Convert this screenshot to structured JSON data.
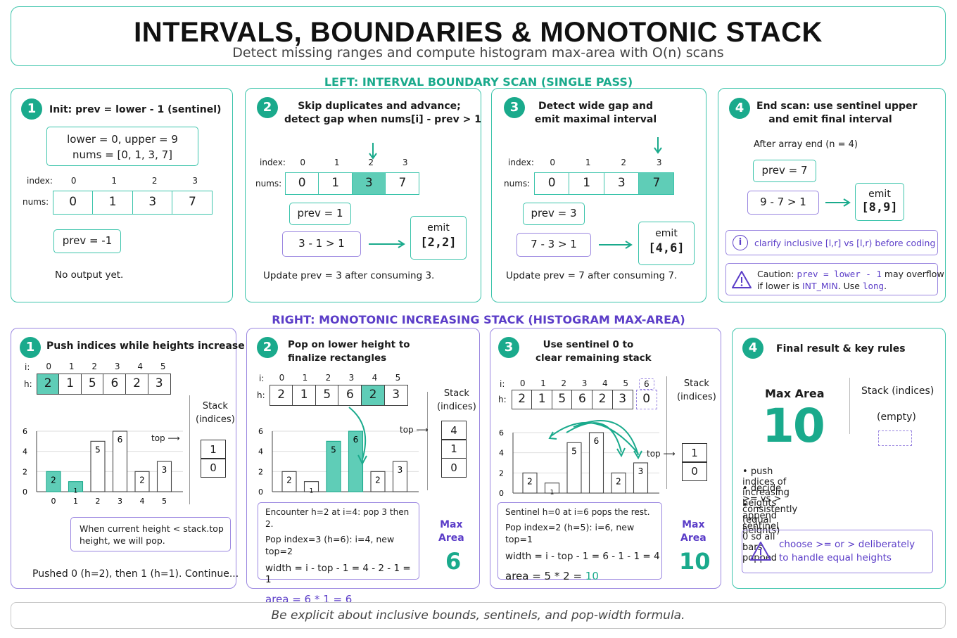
{
  "header": {
    "title": "INTERVALS, BOUNDARIES & MONOTONIC STACK",
    "subtitle": "Detect missing ranges and compute histogram max-area with O(n) scans"
  },
  "left_section": "LEFT: INTERVAL BOUNDARY SCAN (SINGLE PASS)",
  "right_section": "RIGHT: MONOTONIC INCREASING STACK (HISTOGRAM MAX-AREA)",
  "footer": "Be explicit about inclusive bounds, sentinels, and pop-width formula.",
  "L1": {
    "n": "1",
    "title": "Init: prev = lower - 1 (sentinel)",
    "l1": "lower = 0,  upper = 9",
    "l2": "nums = [0, 1, 3, 7]",
    "index": "index:",
    "nums": "nums:",
    "idx": [
      "0",
      "1",
      "2",
      "3"
    ],
    "vals": [
      "0",
      "1",
      "3",
      "7"
    ],
    "prev": "prev = -1",
    "note": "No output yet."
  },
  "L2": {
    "n": "2",
    "title": "Skip duplicates and advance;\ndetect gap when nums[i] - prev > 1",
    "index": "index:",
    "nums": "nums:",
    "idx": [
      "0",
      "1",
      "2",
      "3"
    ],
    "vals": [
      "0",
      "1",
      "3",
      "7"
    ],
    "prev": "prev = 1",
    "cond": "3 - 1 > 1",
    "emit": "emit",
    "res": "[2,2]",
    "note": "Update prev = 3 after consuming 3."
  },
  "L3": {
    "n": "3",
    "title": "Detect wide gap and\nemit maximal interval",
    "index": "index:",
    "nums": "nums:",
    "idx": [
      "0",
      "1",
      "2",
      "3"
    ],
    "vals": [
      "0",
      "1",
      "3",
      "7"
    ],
    "prev": "prev = 3",
    "cond": "7 - 3 > 1",
    "emit": "emit",
    "res": "[4,6]",
    "note": "Update prev = 7 after consuming 7."
  },
  "L4": {
    "n": "4",
    "title": "End scan: use sentinel upper\nand emit final interval",
    "after": "After array end (n = 4)",
    "prev": "prev = 7",
    "cond": "9 - 7 > 1",
    "emit": "emit",
    "res": "[8,9]",
    "info": "clarify inclusive [l,r] vs [l,r) before coding",
    "caution_a": "Caution: ",
    "caution_code": "prev = lower - 1",
    "caution_b": " may overflow",
    "caution_c": "if lower is ",
    "caution_int": "INT_MIN",
    "caution_d": ". Use ",
    "caution_long": "long",
    "caution_e": "."
  },
  "R1": {
    "n": "1",
    "title": "Push indices while heights increase",
    "i": "i:",
    "h": "h:",
    "idx": [
      "0",
      "1",
      "2",
      "3",
      "4",
      "5"
    ],
    "heights": [
      "2",
      "1",
      "5",
      "6",
      "2",
      "3"
    ],
    "top": "top",
    "stack_label": "Stack\n(indices)",
    "stack": [
      "1",
      "0"
    ],
    "note": "When current height < stack.top\nheight, we will pop.",
    "pushed": "Pushed 0 (h=2), then 1 (h=1). Continue..."
  },
  "R2": {
    "n": "2",
    "title": "Pop on lower height to\nfinalize rectangles",
    "i": "i:",
    "h": "h:",
    "idx": [
      "0",
      "1",
      "2",
      "3",
      "4",
      "5"
    ],
    "heights": [
      "2",
      "1",
      "5",
      "6",
      "2",
      "3"
    ],
    "top": "top",
    "stack_label": "Stack\n(indices)",
    "stack": [
      "4",
      "1",
      "0"
    ],
    "enc": "Encounter h=2 at i=4: pop 3 then 2.",
    "pop": "Pop index=3 (h=6): i=4, new top=2",
    "width": "width = i - top - 1 = 4 - 2 - 1 = 1",
    "area": "area = 6 * 1 = 6",
    "max_label": "Max\nArea",
    "max": "6"
  },
  "R3": {
    "n": "3",
    "title": "Use sentinel 0 to\nclear remaining stack",
    "i": "i:",
    "h": "h:",
    "idx": [
      "0",
      "1",
      "2",
      "3",
      "4",
      "5",
      "6"
    ],
    "heights": [
      "2",
      "1",
      "5",
      "6",
      "2",
      "3",
      "0"
    ],
    "top": "top",
    "stack_label": "Stack\n(indices)",
    "stack": [
      "1",
      "0"
    ],
    "enc": "Sentinel h=0 at i=6 pops the rest.",
    "pop": "Pop index=2 (h=5): i=6, new top=1",
    "width": "width = i - top - 1 = 6 - 1 - 1 = 4",
    "area_a": "area = 5 * 2 = ",
    "area_b": "10",
    "max_label": "Max\nArea",
    "max": "10"
  },
  "R4": {
    "n": "4",
    "title": "Final result & key rules",
    "max_label": "Max Area",
    "max": "10",
    "stack_label": "Stack (indices)",
    "empty": "(empty)",
    "bullets": [
      "push indices of increasing heights",
      "decide >= vs > consistently (equal heights)",
      "append sentinel 0 so all bars popped"
    ],
    "warn": "choose >= or > deliberately\nto handle equal heights"
  },
  "chart_data": [
    {
      "type": "bar",
      "categories": [
        "0",
        "1",
        "2",
        "3",
        "4",
        "5"
      ],
      "values": [
        2,
        1,
        5,
        6,
        2,
        3
      ],
      "ylim": [
        0,
        6
      ]
    },
    {
      "type": "bar",
      "categories": [
        "0",
        "1",
        "2",
        "3",
        "4",
        "5"
      ],
      "values": [
        2,
        1,
        5,
        6,
        2,
        3
      ],
      "ylim": [
        0,
        6
      ]
    },
    {
      "type": "bar",
      "categories": [
        "0",
        "1",
        "2",
        "3",
        "4",
        "5"
      ],
      "values": [
        2,
        1,
        5,
        6,
        2,
        3
      ],
      "ylim": [
        0,
        6
      ]
    }
  ],
  "colors": {
    "teal": "#1aaa8c",
    "teal_light": "#5fcdb7",
    "purple": "#5b3dc8",
    "purple_border": "#9a86e0"
  }
}
